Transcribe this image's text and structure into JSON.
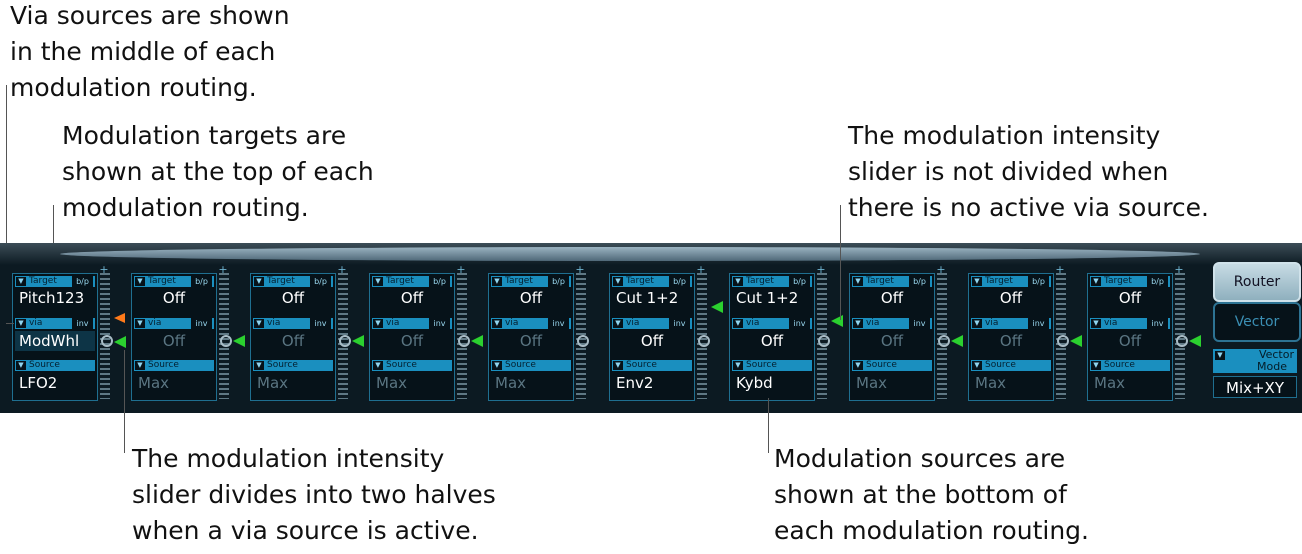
{
  "annotations": {
    "via_sources": "Via sources are shown\nin the middle of each\nmodulation routing.",
    "targets": "Modulation targets are\nshown at the top of each\nmodulation routing.",
    "intensity_not_divided": "The modulation intensity\nslider is not divided when\nthere is no active via source.",
    "intensity_divides": "The modulation intensity\nslider divides into two halves\nwhen a via source is active.",
    "sources": "Modulation sources are\nshown at the bottom of\neach modulation routing."
  },
  "labels": {
    "target": "Target",
    "bp": "b/p",
    "via": "via",
    "inv": "inv",
    "source": "Source",
    "plus": "+",
    "dropdown": "▼"
  },
  "routings": [
    {
      "target": "Pitch123",
      "via": "ModWhl",
      "source": "LFO2"
    },
    {
      "target": "Off",
      "via": "Off",
      "source": "Max"
    },
    {
      "target": "Off",
      "via": "Off",
      "source": "Max"
    },
    {
      "target": "Off",
      "via": "Off",
      "source": "Max"
    },
    {
      "target": "Off",
      "via": "Off",
      "source": "Max"
    },
    {
      "target": "Cut 1+2",
      "via": "Off",
      "source": "Env2"
    },
    {
      "target": "Cut 1+2",
      "via": "Off",
      "source": "Kybd"
    },
    {
      "target": "Off",
      "via": "Off",
      "source": "Max"
    },
    {
      "target": "Off",
      "via": "Off",
      "source": "Max"
    },
    {
      "target": "Off",
      "via": "Off",
      "source": "Max"
    }
  ],
  "side_panel": {
    "router_button": "Router",
    "vector_button": "Vector",
    "vector_mode_label_1": "Vector",
    "vector_mode_label_2": "Mode",
    "vector_mode_value": "Mix+XY"
  },
  "colors": {
    "panel_bg": "#0c1a22",
    "header_blue": "#1a8fbf",
    "active_arrow": "#2bd12f",
    "via_arrow": "#ff7a1a"
  }
}
